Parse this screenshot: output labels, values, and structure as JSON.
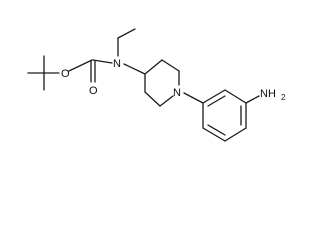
{
  "structure": {
    "atoms": {
      "o_ether": "O",
      "o_carbonyl": "O",
      "n_carbamate": "N",
      "n_piperidine": "N",
      "amine_n": "NH",
      "amine_sub": "2"
    }
  }
}
